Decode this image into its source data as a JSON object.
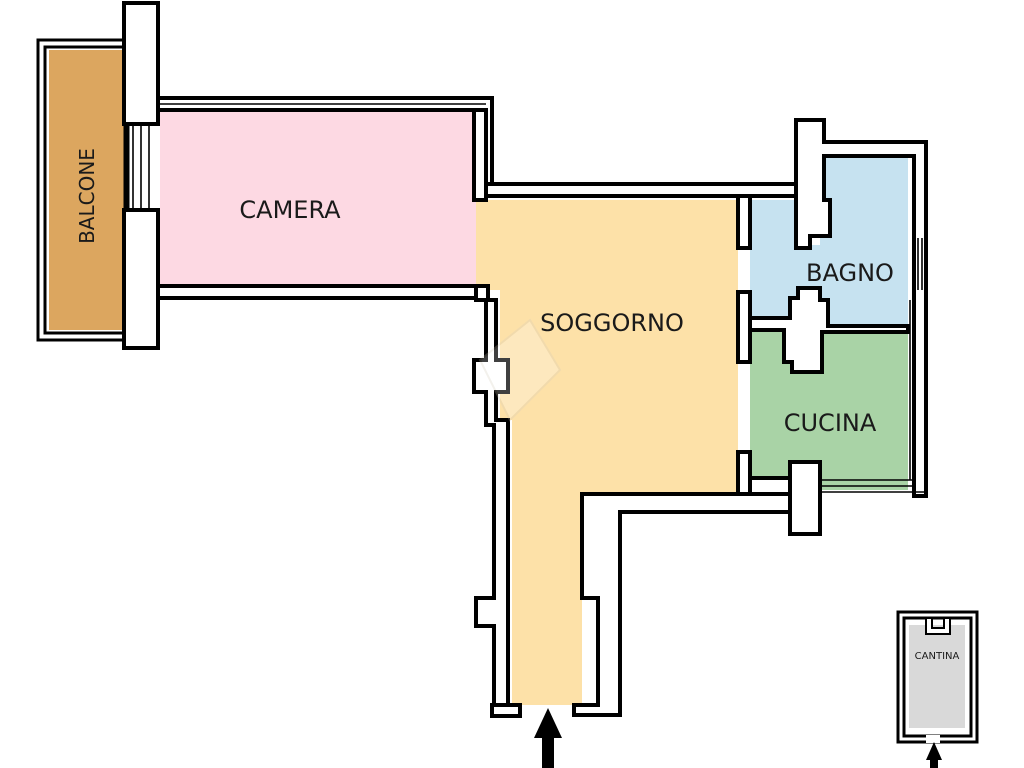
{
  "plan": {
    "rooms": {
      "balcone": {
        "label": "BALCONE",
        "color": "#dca65f"
      },
      "camera": {
        "label": "CAMERA",
        "color": "#fdd9e3"
      },
      "soggiorno": {
        "label": "SOGGORNO",
        "color": "#fde1a8"
      },
      "bagno": {
        "label": "BAGNO",
        "color": "#c6e2f0"
      },
      "cucina": {
        "label": "CUCINA",
        "color": "#a9d3a6"
      },
      "cantina": {
        "label": "CANTINA",
        "color": "#d9d9d9"
      }
    },
    "icons": {
      "entrance": "arrow-up-icon",
      "cantina_entrance": "arrow-up-icon",
      "watermark": "watermark-logo-icon"
    }
  }
}
